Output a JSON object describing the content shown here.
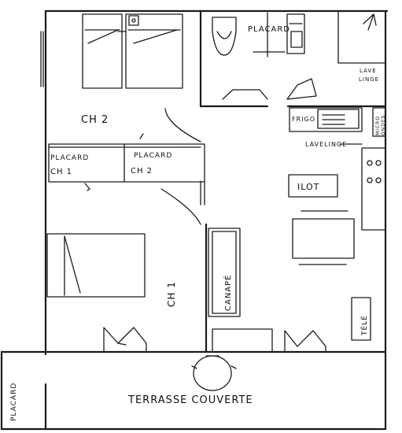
{
  "rooms": {
    "ch2": "CH 2",
    "ch1": "CH 1",
    "terrace": "TERRASSE   COUVERTE",
    "placard_top": "PLACARD",
    "placard_ch1_title": "PLACARD",
    "placard_ch1_sub": "CH 1",
    "placard_ch2_title": "PLACARD",
    "placard_ch2_sub": "CH 2",
    "placard_terrace": "PLACARD"
  },
  "fixtures": {
    "lave_linge_line1": "LAVE",
    "lave_linge_line2": "LINGE",
    "frigo": "FRIGO",
    "lave_vaisselle": "LAVELINGE",
    "micro_line1": "MICRO",
    "micro_line2": "ONDES",
    "ilot": "ILOT",
    "canape": "CANAPÉ",
    "tele": "TÉLÉ"
  }
}
